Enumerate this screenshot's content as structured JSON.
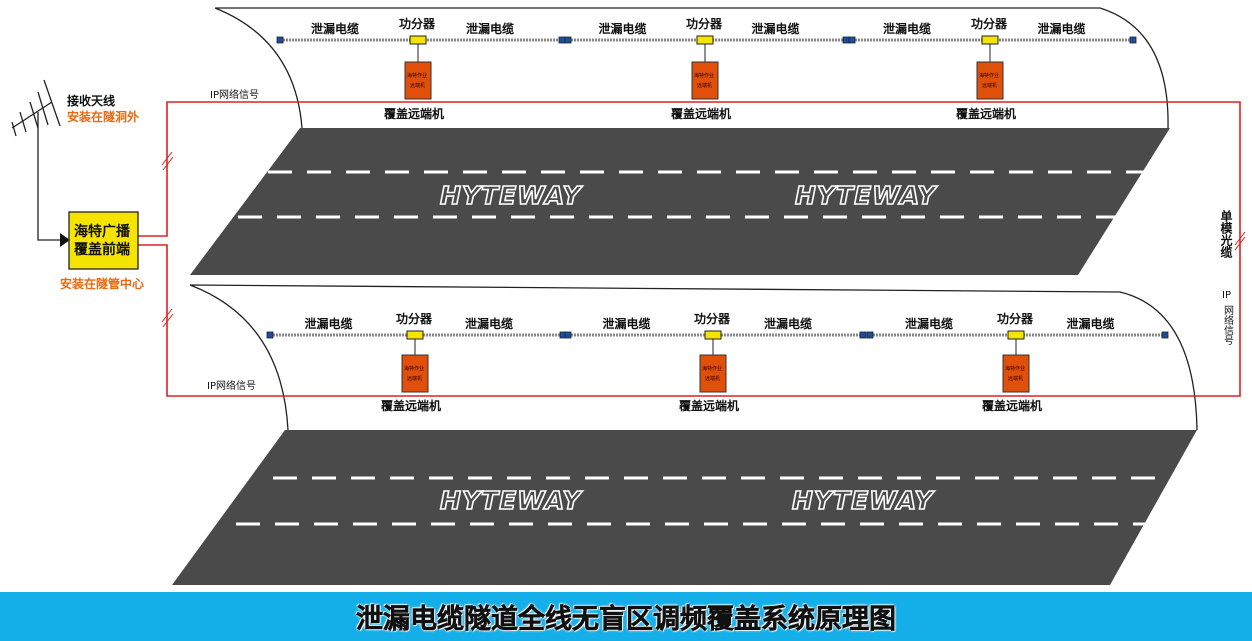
{
  "antenna": {
    "label": "接收天线",
    "note": "安装在隧洞外"
  },
  "headend": {
    "line1": "海特广播",
    "line2": "覆盖前端",
    "note": "安装在隧管中心"
  },
  "ip_signal": "IP网络信号",
  "fiber": {
    "label1": "单模光缆",
    "label2_a": "IP",
    "label2_b": "网络信号"
  },
  "cable_label": "泄漏电缆",
  "splitter_label": "功分器",
  "remote_label": "覆盖远端机",
  "remote_box": {
    "line1": "海特作业",
    "line2": "远端机"
  },
  "logo": "HYTEWAY",
  "title": "泄漏电缆隧道全线无盲区调频覆盖系统原理图",
  "colors": {
    "signal": "#e02020",
    "splitter": "#f5e400",
    "remote": "#e0500a",
    "road": "#4a4a4a",
    "banner": "#14aee8"
  }
}
